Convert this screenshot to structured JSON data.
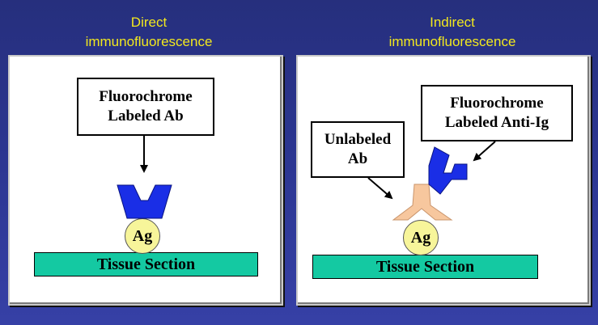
{
  "headings": {
    "left": [
      "Direct",
      "immunofluorescence"
    ],
    "right": [
      "Indirect",
      "immunofluorescence"
    ]
  },
  "left_panel": {
    "label_box": [
      "Fluorochrome",
      "Labeled Ab"
    ],
    "antigen": "Ag",
    "tissue": "Tissue Section"
  },
  "right_panel": {
    "unlabeled_box": [
      "Unlabeled",
      "Ab"
    ],
    "anti_ig_box": [
      "Fluorochrome",
      "Labeled Anti-Ig"
    ],
    "antigen": "Ag",
    "tissue": "Tissue Section"
  },
  "colors": {
    "background": "#2b3590",
    "heading_text": "#f2e81e",
    "labeled_antibody": "#1a2ee6",
    "unlabeled_antibody": "#f7c79e",
    "antigen": "#f7f59a",
    "tissue": "#14c9a2"
  }
}
